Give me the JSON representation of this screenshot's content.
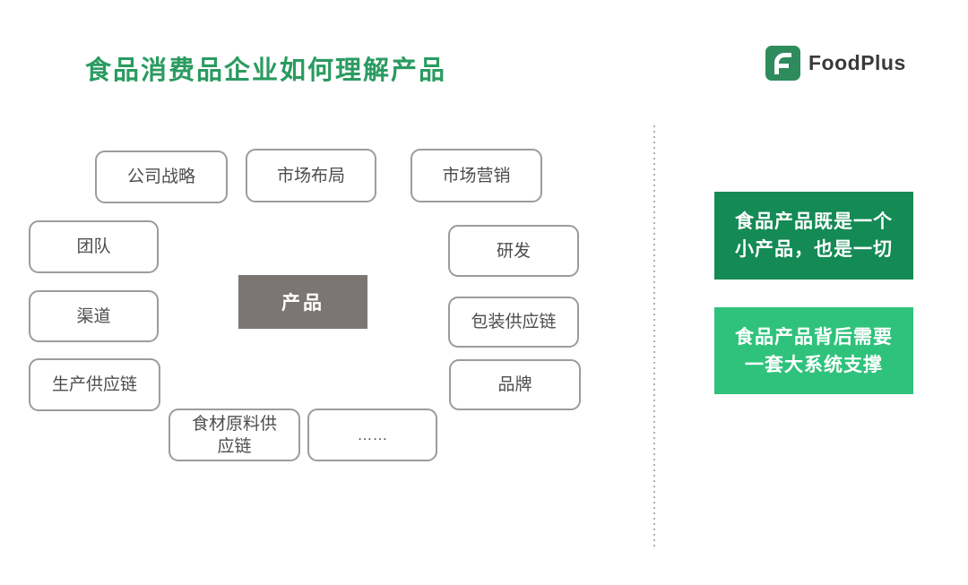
{
  "header": {
    "title": "食品消费品企业如何理解产品"
  },
  "logo": {
    "name": "FoodPlus"
  },
  "diagram": {
    "center": {
      "label": "产品"
    },
    "nodes": {
      "company_strategy": "公司战略",
      "market_layout": "市场布局",
      "marketing": "市场营销",
      "team": "团队",
      "rnd": "研发",
      "channel": "渠道",
      "packaging_supply_chain": "包装供应链",
      "production_supply_chain": "生产供应链",
      "brand": "品牌",
      "ingredient_supply_chain": "食材原料供\n应链",
      "ellipsis": "……"
    }
  },
  "callouts": {
    "first": "食品产品既是一个\n小产品，也是一切",
    "second": "食品产品背后需要\n一套大系统支撑"
  },
  "colors": {
    "title_green": "#2a9b60",
    "logo_green": "#2e8b5c",
    "callout_dark_green": "#148a55",
    "callout_light_green": "#2fc27c",
    "product_gray": "#7b7674",
    "node_border_gray": "#9c9c9c"
  }
}
